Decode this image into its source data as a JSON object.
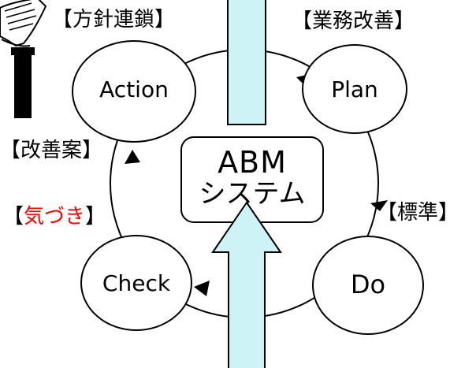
{
  "title": "",
  "nodes": {
    "action": "Action",
    "plan": "Plan",
    "do": "Do",
    "check": "Check"
  },
  "labels": {
    "hoshin": "【方針連鎖】",
    "gyomu": "【業務改善】",
    "hyojun": "【標準】",
    "kaizen_an": "【改善案】",
    "kizuki_open": "【",
    "kizuki_word": "気づき",
    "kizuki_close": "】"
  },
  "center": {
    "line1": "ABM",
    "line2": "システム"
  },
  "colors": {
    "arrow_fill": "#cdf3f6",
    "kizuki_highlight": "#ff0000",
    "stroke": "#000000"
  },
  "icons": [
    "magnifying-glass-icon"
  ]
}
